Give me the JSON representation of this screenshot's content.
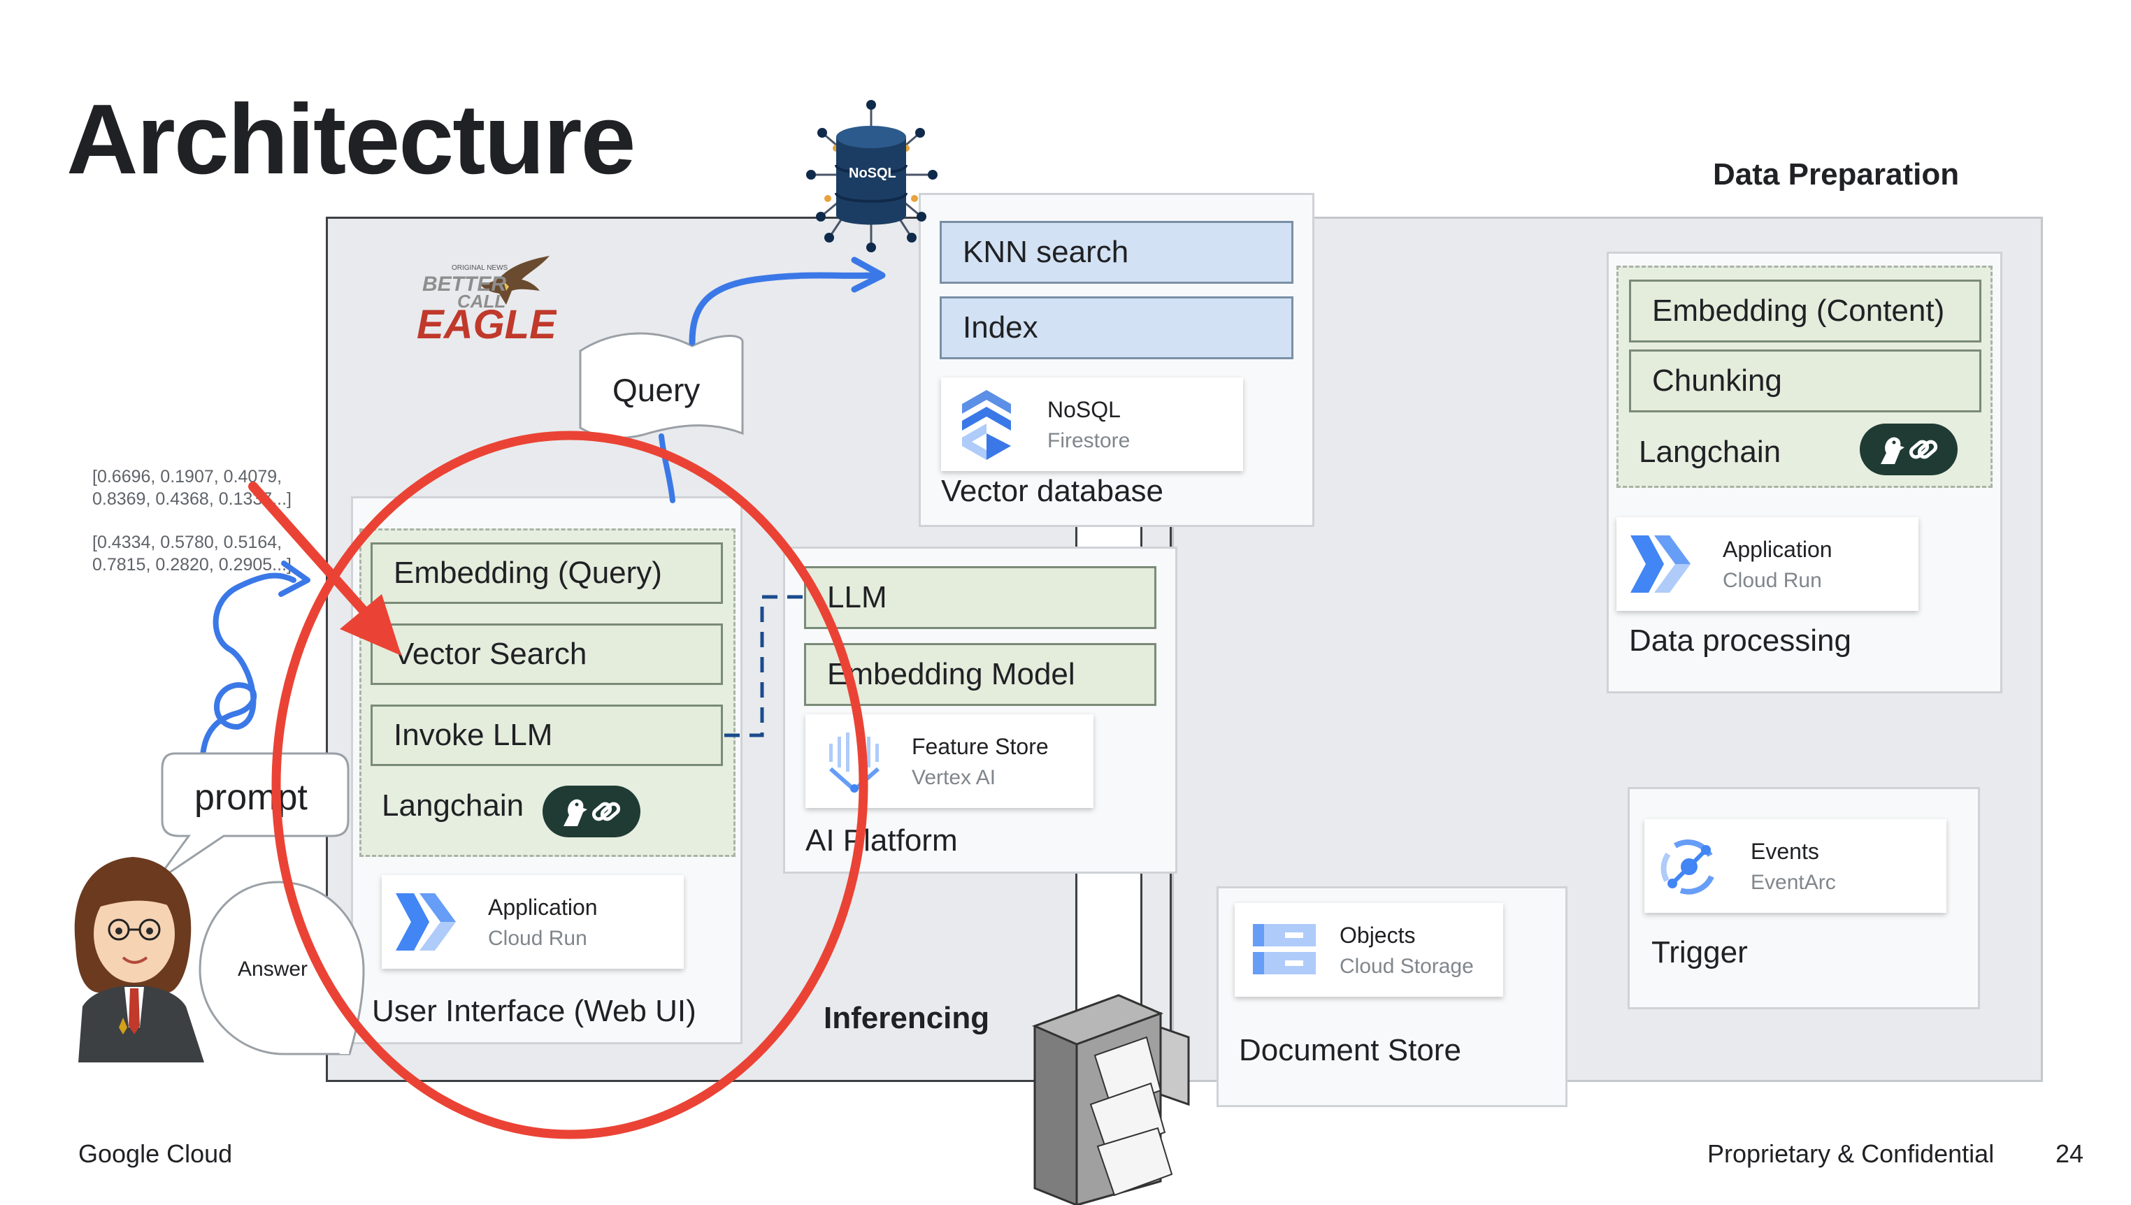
{
  "slide": {
    "title": "Architecture",
    "footer_left": "Google Cloud",
    "footer_right": "Proprietary & Confidential",
    "page_number": "24"
  },
  "zones": {
    "data_preparation": "Data Preparation",
    "inferencing": "Inferencing"
  },
  "vector_db": {
    "knn": "KNN search",
    "index": "Index",
    "card_title": "NoSQL",
    "card_sub": "Firestore",
    "label": "Vector database",
    "nosql_icon_text": "NoSQL"
  },
  "data_processing": {
    "embedding": "Embedding (Content)",
    "chunking": "Chunking",
    "langchain": "Langchain",
    "card_title": "Application",
    "card_sub": "Cloud Run",
    "label": "Data processing"
  },
  "ui": {
    "embedding": "Embedding (Query)",
    "vector_search": "Vector Search",
    "invoke_llm": "Invoke LLM",
    "langchain": "Langchain",
    "card_title": "Application",
    "card_sub": "Cloud Run",
    "label": "User Interface (Web UI)"
  },
  "ai_platform": {
    "llm": "LLM",
    "embedding_model": "Embedding Model",
    "card_title": "Feature Store",
    "card_sub": "Vertex AI",
    "label": "AI Platform"
  },
  "document_store": {
    "card_title": "Objects",
    "card_sub": "Cloud Storage",
    "label": "Document Store"
  },
  "trigger": {
    "card_title": "Events",
    "card_sub": "EventArc",
    "label": "Trigger"
  },
  "query_label": "Query",
  "prompt_label": "prompt",
  "answer_label": "Answer",
  "logo": {
    "top": "ORIGINAL NEWS",
    "line1": "BETTER",
    "line2": "CALL",
    "line3": "EAGLE"
  },
  "vectors": [
    "[0.6696, 0.1907, 0.4079,",
    "0.8369, 0.4368, 0.1337...]",
    "[0.4334, 0.5780, 0.5164,",
    "0.7815, 0.2820, 0.2905...]"
  ],
  "colors": {
    "annotation_red": "#ea4335",
    "flow_blue": "#3b78e7",
    "langchain_badge": "#1f3b34"
  }
}
